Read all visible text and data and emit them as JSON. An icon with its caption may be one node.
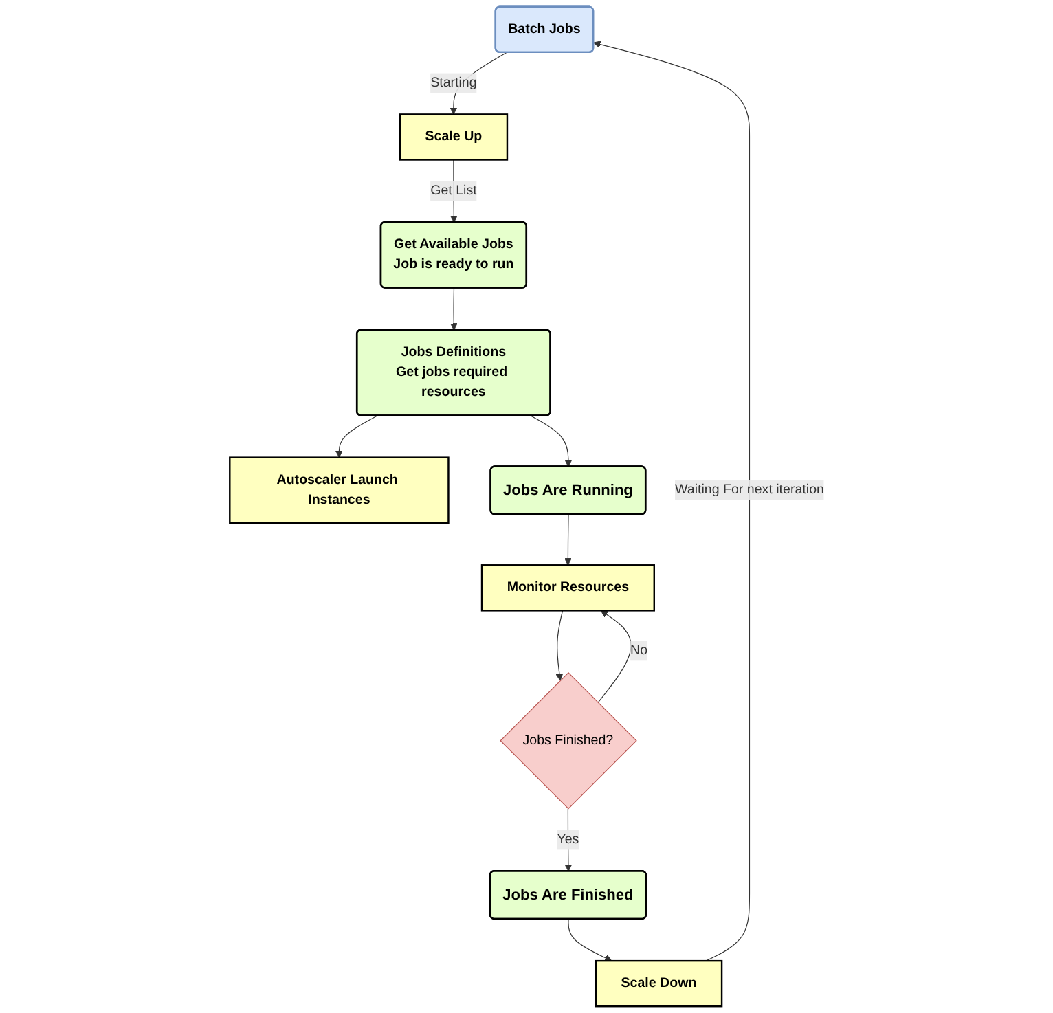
{
  "diagram": {
    "nodes": [
      {
        "text": [
          "Batch Jobs"
        ]
      },
      {
        "text": [
          "Scale Up"
        ]
      },
      {
        "text": [
          "Autoscaler Launch Instances"
        ]
      },
      {
        "text": [
          "Get Available Jobs",
          "Job is ready to run"
        ]
      },
      {
        "text": [
          "Jobs Definitions",
          "Get jobs required resources"
        ]
      },
      {
        "text": [
          "Jobs Are Running"
        ]
      },
      {
        "text": [
          "Monitor Resources"
        ]
      },
      {
        "text": [
          "Jobs Finished?"
        ]
      },
      {
        "text": [
          "Jobs Are Finished"
        ]
      },
      {
        "text": [
          "Scale Down"
        ]
      }
    ],
    "edges": [
      {
        "from": 0,
        "to": 1,
        "arrow": "to",
        "label": "Starting"
      },
      {
        "from": 1,
        "to": 3,
        "arrow": "to",
        "label": "Get List"
      },
      {
        "from": 3,
        "to": 4,
        "arrow": "to"
      },
      {
        "from": 4,
        "to": 2,
        "arrow": "to"
      },
      {
        "from": 4,
        "to": 5,
        "arrow": "to"
      },
      {
        "from": 5,
        "to": 6,
        "arrow": "to"
      },
      {
        "from": 6,
        "to": 7,
        "arrow": "to"
      },
      {
        "from": 7,
        "to": 8,
        "arrow": "to",
        "label": "Yes"
      },
      {
        "from": 7,
        "to": 6,
        "arrow": "to",
        "label": "No"
      },
      {
        "from": 8,
        "to": 9,
        "arrow": "to"
      },
      {
        "from": 9,
        "to": 0,
        "arrow": "to",
        "label": "Waiting For next iteration"
      }
    ]
  }
}
